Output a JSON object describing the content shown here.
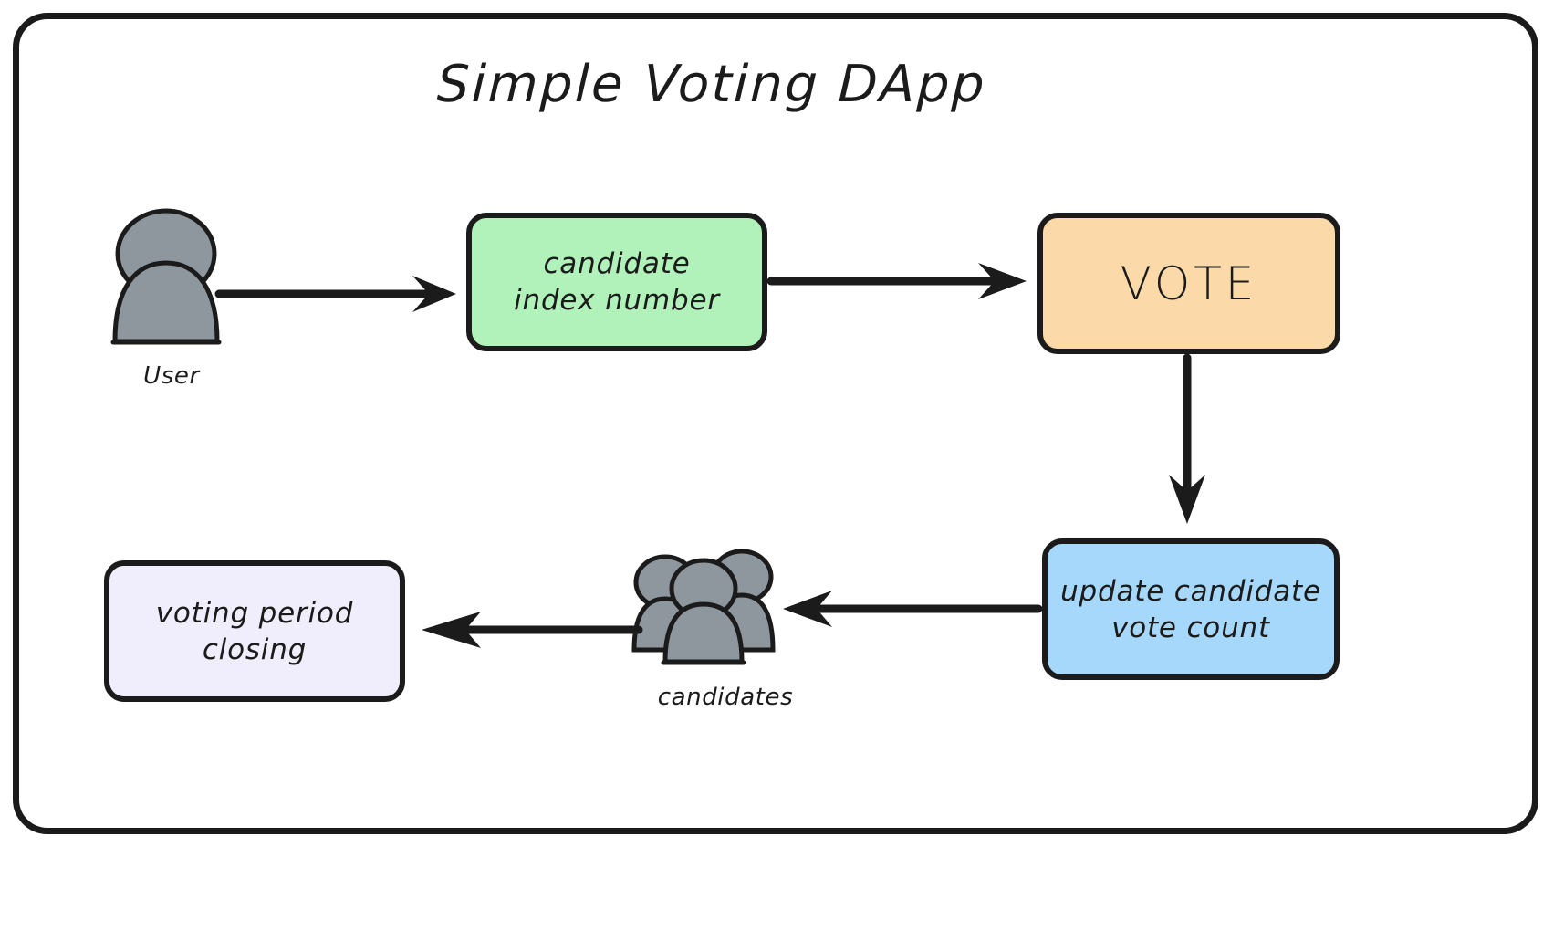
{
  "diagram": {
    "title": "Simple Voting DApp",
    "type": "flowchart",
    "background_color": "#ffffff",
    "frame_border_color": "#1b1b1b",
    "nodes": [
      {
        "id": "user",
        "kind": "actor-icon",
        "icon": "person-icon",
        "label": "User",
        "fill_color": "#8f979e"
      },
      {
        "id": "candidate-index",
        "kind": "box",
        "label_line_1": "candidate",
        "label_line_2": "index number",
        "fill_color": "#b1f2bb"
      },
      {
        "id": "vote",
        "kind": "box",
        "label": "VOTE",
        "fill_color": "#fbd9a8"
      },
      {
        "id": "update-count",
        "kind": "box",
        "label_line_1": "update candidate",
        "label_line_2": "vote count",
        "fill_color": "#a5d8fb"
      },
      {
        "id": "candidates",
        "kind": "actor-icon",
        "icon": "people-group-icon",
        "label": "candidates",
        "fill_color": "#8f979e"
      },
      {
        "id": "voting-closing",
        "kind": "box",
        "label_line_1": "voting period",
        "label_line_2": "closing",
        "fill_color": "#f0eefc"
      }
    ],
    "edges": [
      {
        "from": "user",
        "to": "candidate-index",
        "direction": "right"
      },
      {
        "from": "candidate-index",
        "to": "vote",
        "direction": "right"
      },
      {
        "from": "vote",
        "to": "update-count",
        "direction": "down"
      },
      {
        "from": "update-count",
        "to": "candidates",
        "direction": "left"
      },
      {
        "from": "candidates",
        "to": "voting-closing",
        "direction": "left"
      }
    ]
  }
}
